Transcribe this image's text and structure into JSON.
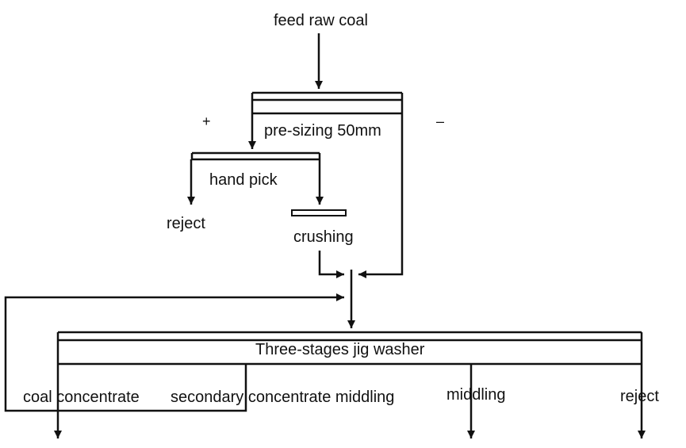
{
  "diagram": {
    "feed_label": "feed raw coal",
    "plus_label": "+",
    "minus_label": "–",
    "presizing_label": "pre-sizing 50mm",
    "handpick_label": "hand pick",
    "reject_top_label": "reject",
    "crushing_label": "crushing",
    "jig_label": "Three-stages jig washer",
    "outputs": {
      "coal_concentrate": "coal concentrate",
      "secondary": "secondary concentrate middling",
      "middling": "middling",
      "reject": "reject"
    },
    "colors": {
      "line": "#111111",
      "background": "#ffffff"
    }
  }
}
